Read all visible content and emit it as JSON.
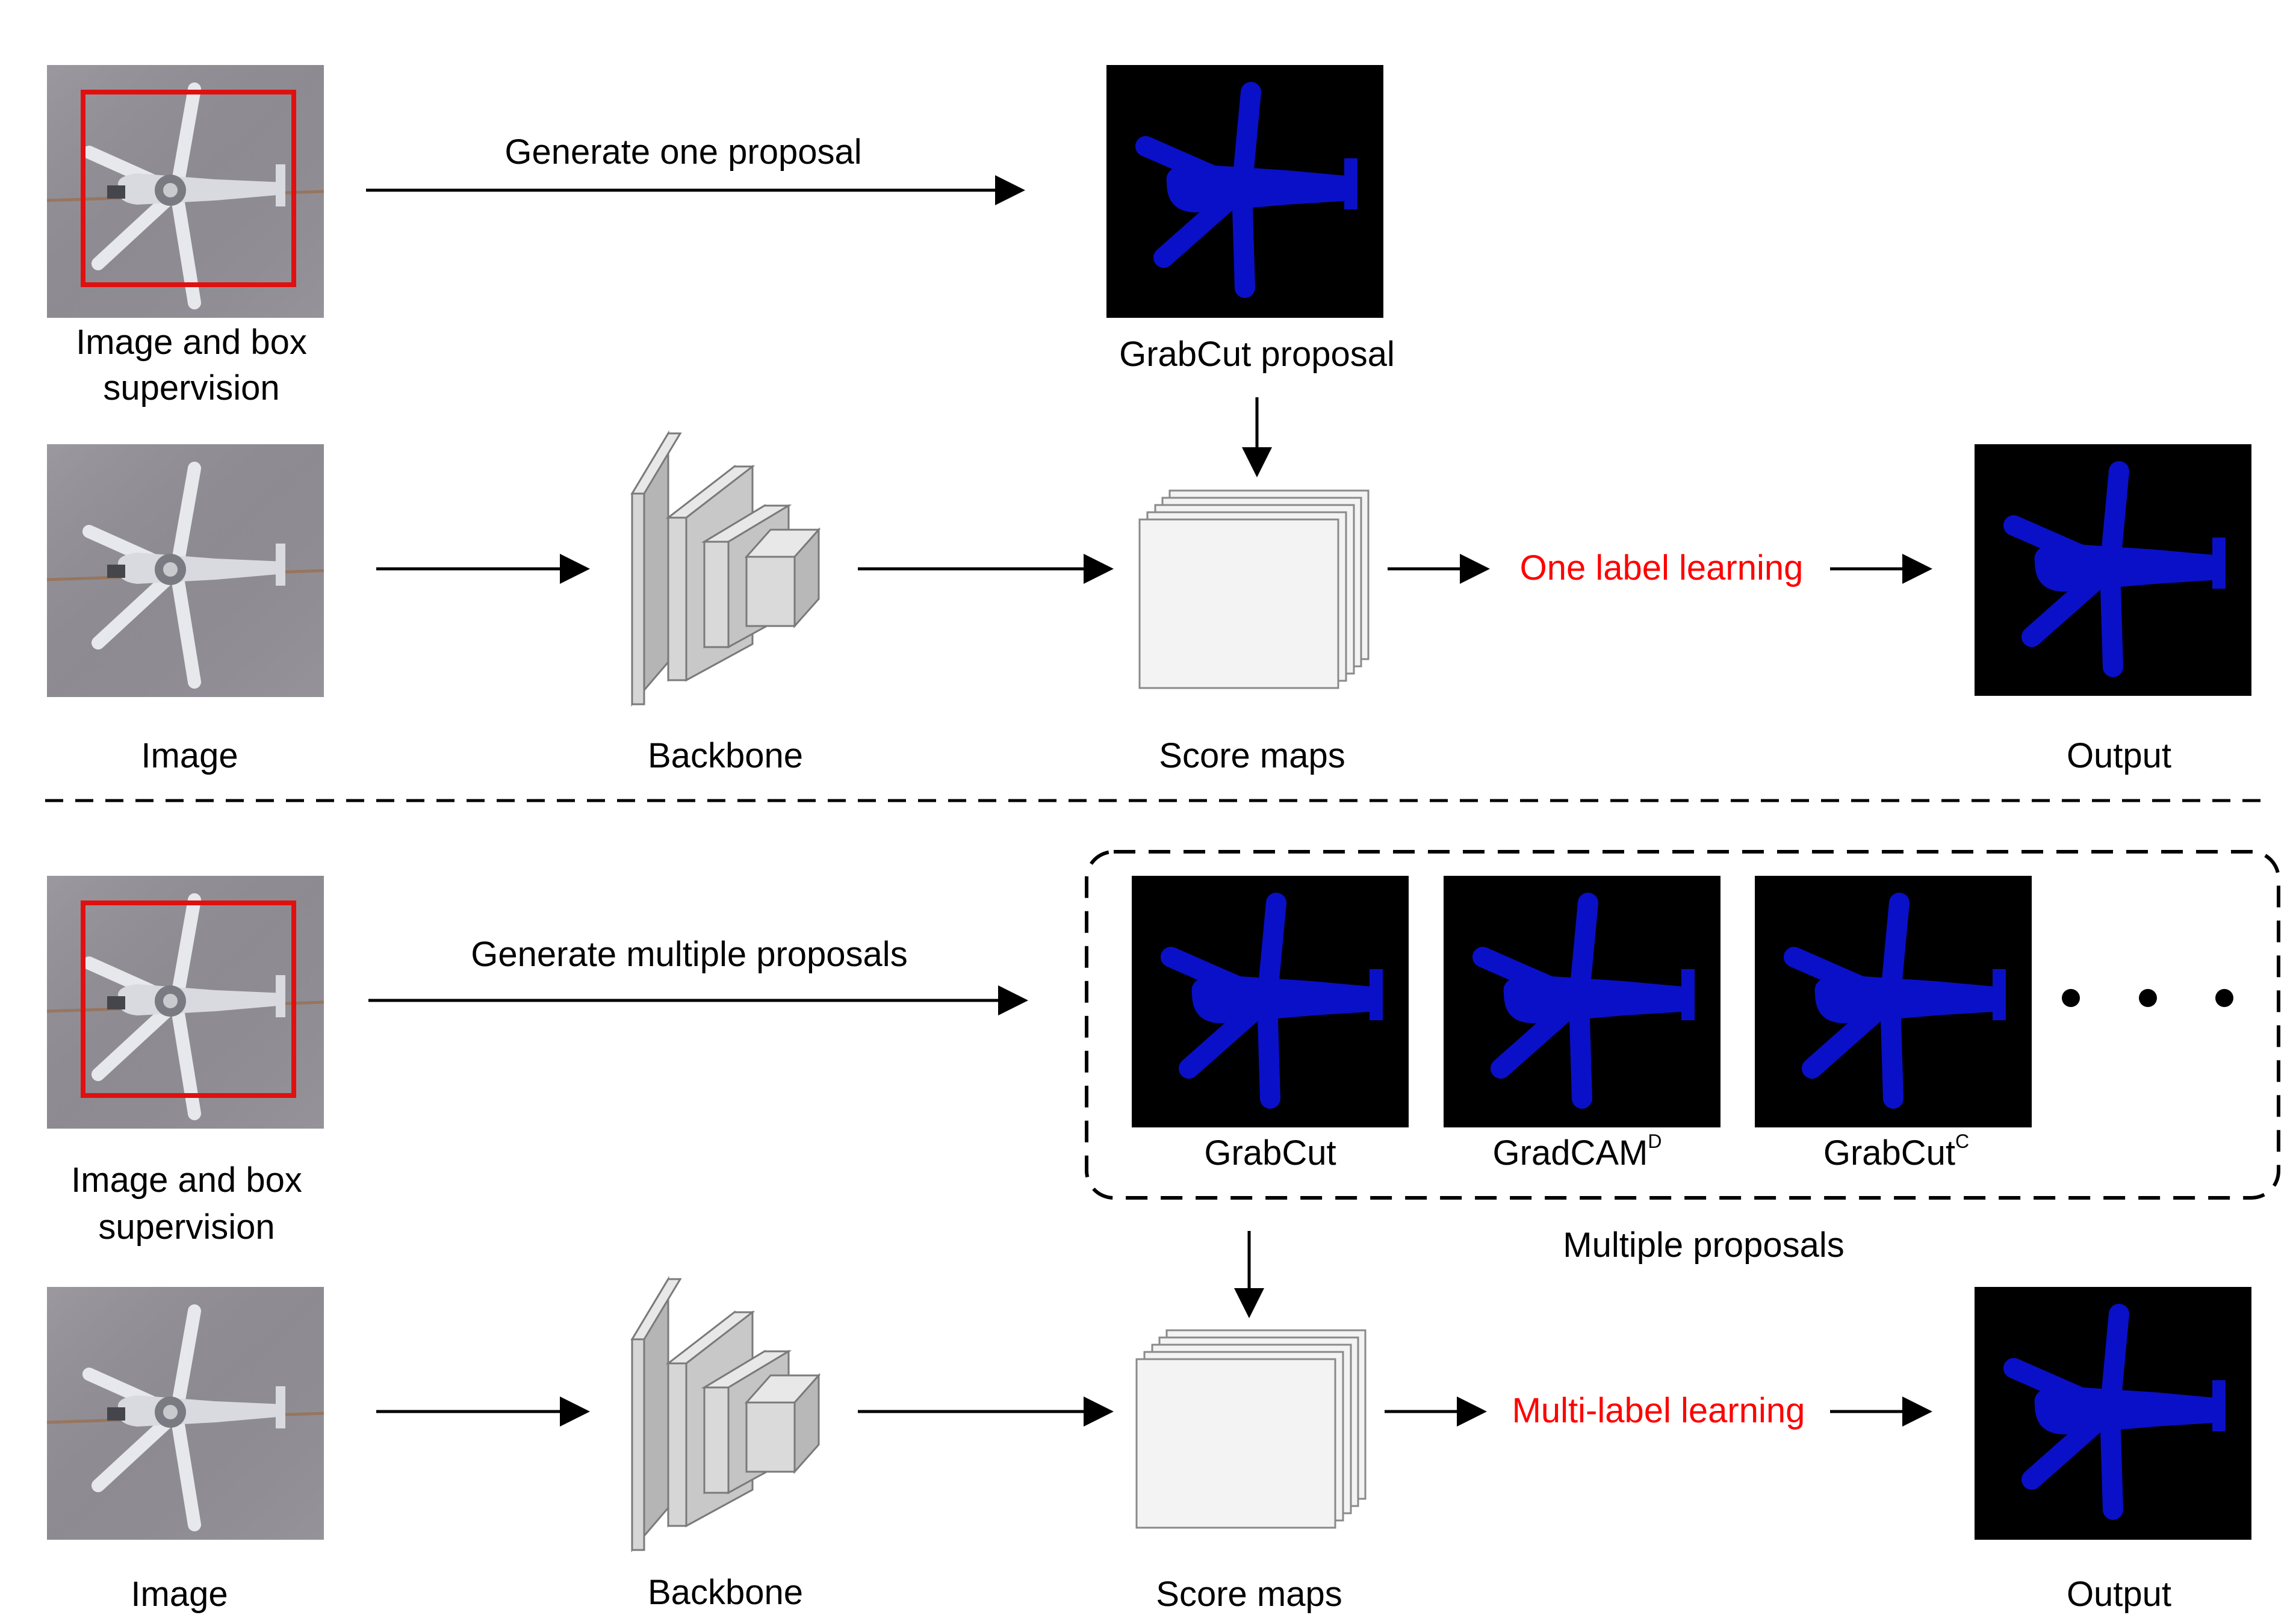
{
  "top": {
    "input_label_line1": "Image and box",
    "input_label_line2": "supervision",
    "proposal_arrow_label": "Generate one proposal",
    "proposal_label": "GrabCut proposal",
    "image_label": "Image",
    "backbone_label": "Backbone",
    "score_label": "Score maps",
    "learning_label": "One label learning",
    "output_label": "Output"
  },
  "bottom": {
    "input_label_line1": "Image and box",
    "input_label_line2": "supervision",
    "proposal_arrow_label": "Generate multiple proposals",
    "proposals": [
      {
        "name": "GrabCut",
        "sup": ""
      },
      {
        "name": "GradCAM",
        "sup": "D"
      },
      {
        "name": "GrabCut",
        "sup": "C"
      }
    ],
    "group_label": "Multiple proposals",
    "image_label": "Image",
    "backbone_label": "Backbone",
    "score_label": "Score maps",
    "learning_label": "Multi-label learning",
    "output_label": "Output"
  },
  "colors": {
    "mask": "#0a10c8",
    "mask_bg": "#000000",
    "highlight_text": "#ff0000",
    "box": "#e01010",
    "tarmac": "#8f8d93",
    "block_front": "#d6d6d6",
    "block_side": "#b5b5b5",
    "block_top": "#e8e8e8",
    "map_fill": "#f3f3f3"
  }
}
